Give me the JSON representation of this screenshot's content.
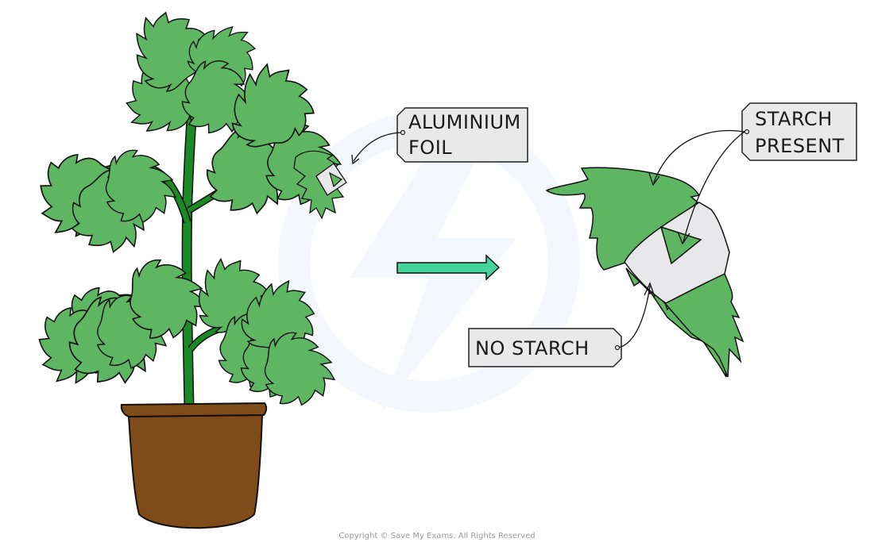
{
  "diagram": {
    "title": "Testing a variegated leaf covered with aluminium foil for starch",
    "labels": {
      "aluminium_foil": [
        "ALUMINIUM",
        "FOIL"
      ],
      "starch_present": [
        "STARCH",
        "PRESENT"
      ],
      "no_starch": "NO STARCH"
    },
    "colors": {
      "leaf": "#5fb662",
      "stem": "#1b8a25",
      "pot": "#7f4b19",
      "foil": "#e8e8ea",
      "arrow": "#45d49b",
      "tag": "#e9e9e9",
      "outline": "#111111"
    }
  },
  "footer": {
    "copyright": "Copyright © Save My Exams. All Rights Reserved"
  }
}
